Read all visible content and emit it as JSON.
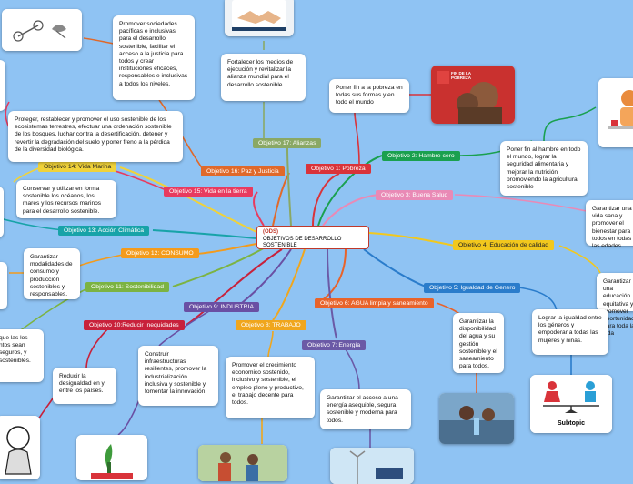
{
  "center": {
    "line1": "(ODS)",
    "line2": "OBJETIVOS DE DESARROLLO SOSTENIBLE"
  },
  "objectives": {
    "o1": "Objetivo 1: Pobreza",
    "o2": "Objetivo 2: Hambre cero",
    "o3": "Objetivo 3: Buena Salud",
    "o4": "Objetivo 4: Educación de calidad",
    "o5": "Objetivo 5: Igualdad de Genero",
    "o6": "Objetivo 6: AGUA limpia y saneamiento",
    "o7": "Objetivo 7: Energía",
    "o8": "Objetivo 8: TRABAJO",
    "o9": "Objetivo 9: INDUSTRIA",
    "o10": "Objetivo 10:Reducir Inequidades",
    "o11": "Objetivo 11: Sostenibilidad",
    "o12": "Objetivo 12: CONSUMO",
    "o13": "Objetivo 13: Acción Climática",
    "o14": "Objetivo 14: Vida Marina",
    "o15": "Objetivo 15: Vida en la tierra",
    "o16": "Objetivo 16: Paz y Justicia",
    "o17": "Objetivo 17: Alianzas"
  },
  "texts": {
    "t1": "Poner fin a la pobreza en todas sus formas y en todo el mundo",
    "t2": "Poner fin al hambre en todo el mundo, lograr la seguridad alimentaria y mejorar la nutrición promoviendo la agricultura sostenible",
    "t3": "Garantizar una vida sana y promover el bienestar para todos en todas las edades.",
    "t4": "Garantizar una educación equitativa y promover oportunidades para toda la vida",
    "t5": "Lograr la igualdad entre los géneros y empoderar a todas las mujeres y niñas.",
    "t6": "Garantizar la disponibilidad del agua y su gestión sostenible y el saneamiento para todos.",
    "t7": "Garantizar el acceso a una energía asequible, segura sostenible y moderna para todos.",
    "t8": "Promover el crecimiento economico sostenido, inclusivo y sostenible, el empleo pleno y productivo, el trabajo decente para todos.",
    "t9": "Construir infraestructuras resilientes, promover la industrialización inclusiva y sostenible y fomentar la innovación.",
    "t10": "Reducir la desigualdad en y entre los países.",
    "t11": "que las los ntos sean seguros, y sostenibles.",
    "t12": "Garantizar modalidades de consumo y producción sostenibles y responsables.",
    "t14": "Conservar y utilizar en forma sostenible los océanos, los mares y los recursos marinos para el desarrollo sostenible.",
    "t15": "Proteger, restablecer y promover el uso sostenible de los ecosistemas terrestres, efectuar una ordenación sostenible de los bosques, luchar contra la desertificación, detener y revertir la degradación del suelo y poner freno a la pérdida de la diversidad biológica.",
    "t16": "Promover sociedades pacíficas e inclusivas para el desarrollo sostenible, facilitar el acceso a la justicia para todos y crear instituciones eficaces, responsables e inclusivas a todos los niveles.",
    "t17": "Fortalecer los medios de ejecución y revitalizar la alianza mundial para el desarrollo sostenible."
  },
  "subtopic": "Subtopic",
  "poster_title": "FIN DE LA POBREZA",
  "colors": {
    "background": "#8fc3f3",
    "o1": "#d9333a",
    "o2": "#1aa04f",
    "o3": "#e98ab6",
    "o4": "#f2c81d",
    "o5": "#2a7ccb",
    "o6": "#e8632a",
    "o7": "#6b5aa6",
    "o8": "#f0a61d",
    "o9": "#6a4fa3",
    "o10": "#c8213b",
    "o11": "#7cb342",
    "o12": "#f39b1c",
    "o13": "#18a3a8",
    "o14": "#f0d23a",
    "o15": "#e83b5f",
    "o16": "#e0692a",
    "o17": "#8aa865"
  }
}
